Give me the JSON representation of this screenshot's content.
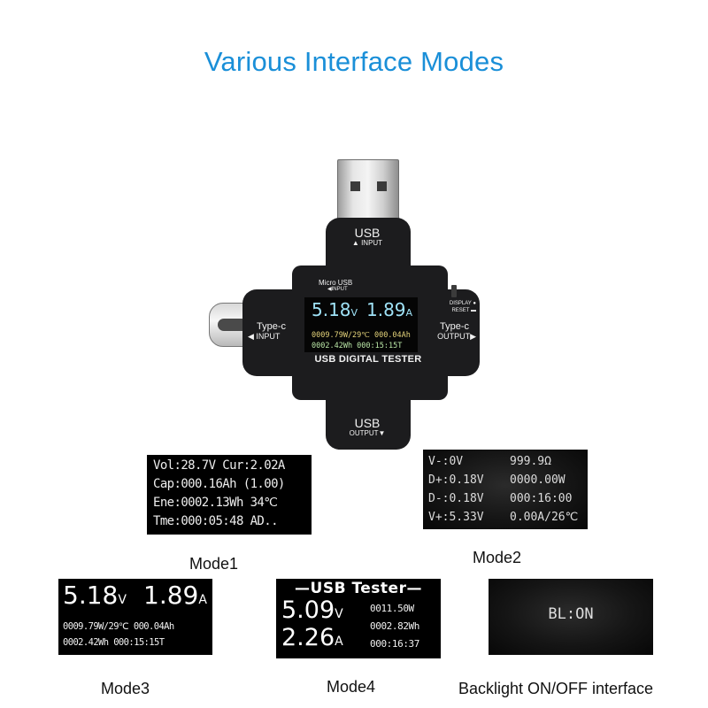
{
  "title": "Various Interface Modes",
  "device": {
    "usb_input_label": "USB",
    "usb_input_sub": "▲ INPUT",
    "micro_usb_label": "Micro USB",
    "micro_usb_sub": "◀INPUT",
    "typec_input_label": "Type-c",
    "typec_input_sub": "◀ INPUT",
    "typec_output_label": "Type-c",
    "typec_output_sub": "OUTPUT▶",
    "display_label": "DISPLAY ●",
    "reset_label": "RESET ▬",
    "brand": "USB DIGITAL TESTER",
    "usb_output_label": "USB",
    "usb_output_sub": "OUTPUT▼",
    "screen": {
      "voltage": "5.18",
      "voltage_unit": "V",
      "current": "1.89",
      "current_unit": "A",
      "line1": "0009.79W/29℃ 000.04Ah",
      "line2": "0002.42Wh  000:15:15T"
    }
  },
  "modes": {
    "mode1": {
      "caption": "Mode1",
      "rows": [
        "Vol:28.7V Cur:2.02A",
        "Cap:000.16Ah (1.00)",
        "Ene:0002.13Wh  34℃",
        "Tme:000:05:48 AD.."
      ]
    },
    "mode2": {
      "caption": "Mode2",
      "rows": [
        {
          "left": "V-:0V",
          "right": "999.9Ω"
        },
        {
          "left": "D+:0.18V",
          "right": "0000.00W"
        },
        {
          "left": "D-:0.18V",
          "right": "000:16:00"
        },
        {
          "left": "V+:5.33V",
          "right": "0.00A/26℃"
        }
      ]
    },
    "mode3": {
      "caption": "Mode3",
      "voltage": "5.18",
      "voltage_unit": "V",
      "current": "1.89",
      "current_unit": "A",
      "line1": "0009.79W/29℃ 000.04Ah",
      "line2": "0002.42Wh 000:15:15T"
    },
    "mode4": {
      "caption": "Mode4",
      "header": "—USB Tester—",
      "voltage": "5.09",
      "voltage_unit": "V",
      "current": "2.26",
      "current_unit": "A",
      "r1": "0011.50W",
      "r2": "0002.82Wh",
      "r3": "000:16:37"
    },
    "backlight": {
      "caption": "Backlight ON/OFF interface",
      "text": "BL:ON"
    }
  }
}
